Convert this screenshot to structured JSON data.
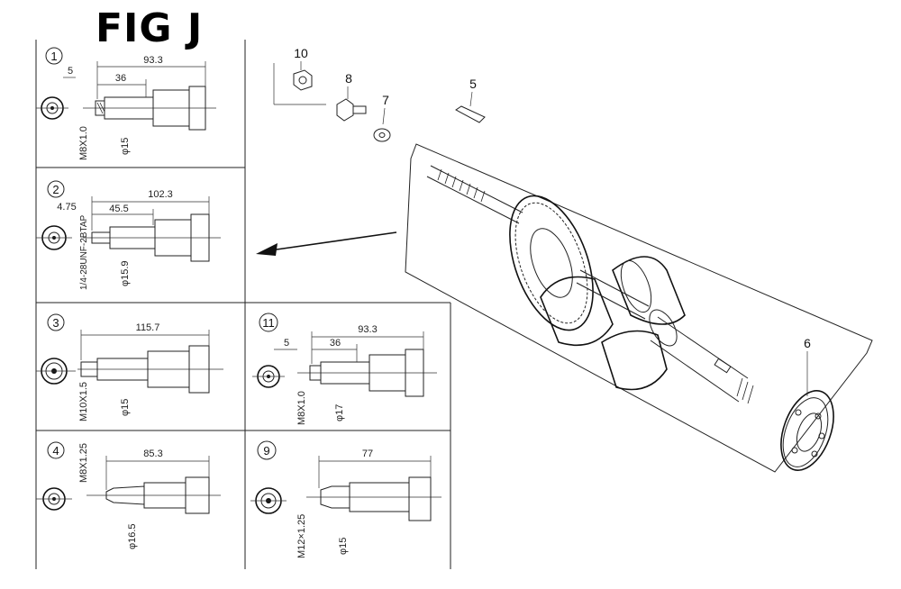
{
  "title": "FIG J",
  "panels": [
    {
      "id": "1",
      "callout": "1",
      "length": "93.3",
      "shoulder": "36",
      "offset": "5",
      "thread": "M8X1.0",
      "dia": "φ15"
    },
    {
      "id": "2",
      "callout": "2",
      "length": "102.3",
      "shoulder": "45.5",
      "offset": "4.75",
      "thread": "1/4-28UNF-2BTAP",
      "dia": "φ15.9"
    },
    {
      "id": "3",
      "callout": "3",
      "length": "115.7",
      "thread": "M10X1.5",
      "dia": "φ15"
    },
    {
      "id": "11",
      "callout": "11",
      "length": "93.3",
      "shoulder": "36",
      "offset": "5",
      "thread": "M8X1.0",
      "dia": "φ17"
    },
    {
      "id": "4",
      "callout": "4",
      "length": "85.3",
      "thread": "M8X1.25",
      "dia": "φ16.5"
    },
    {
      "id": "9",
      "callout": "9",
      "length": "77",
      "thread": "M12×1.25",
      "dia": "φ15"
    }
  ],
  "parts": [
    {
      "number": "10"
    },
    {
      "number": "8"
    },
    {
      "number": "7"
    },
    {
      "number": "5"
    },
    {
      "number": "6"
    }
  ]
}
